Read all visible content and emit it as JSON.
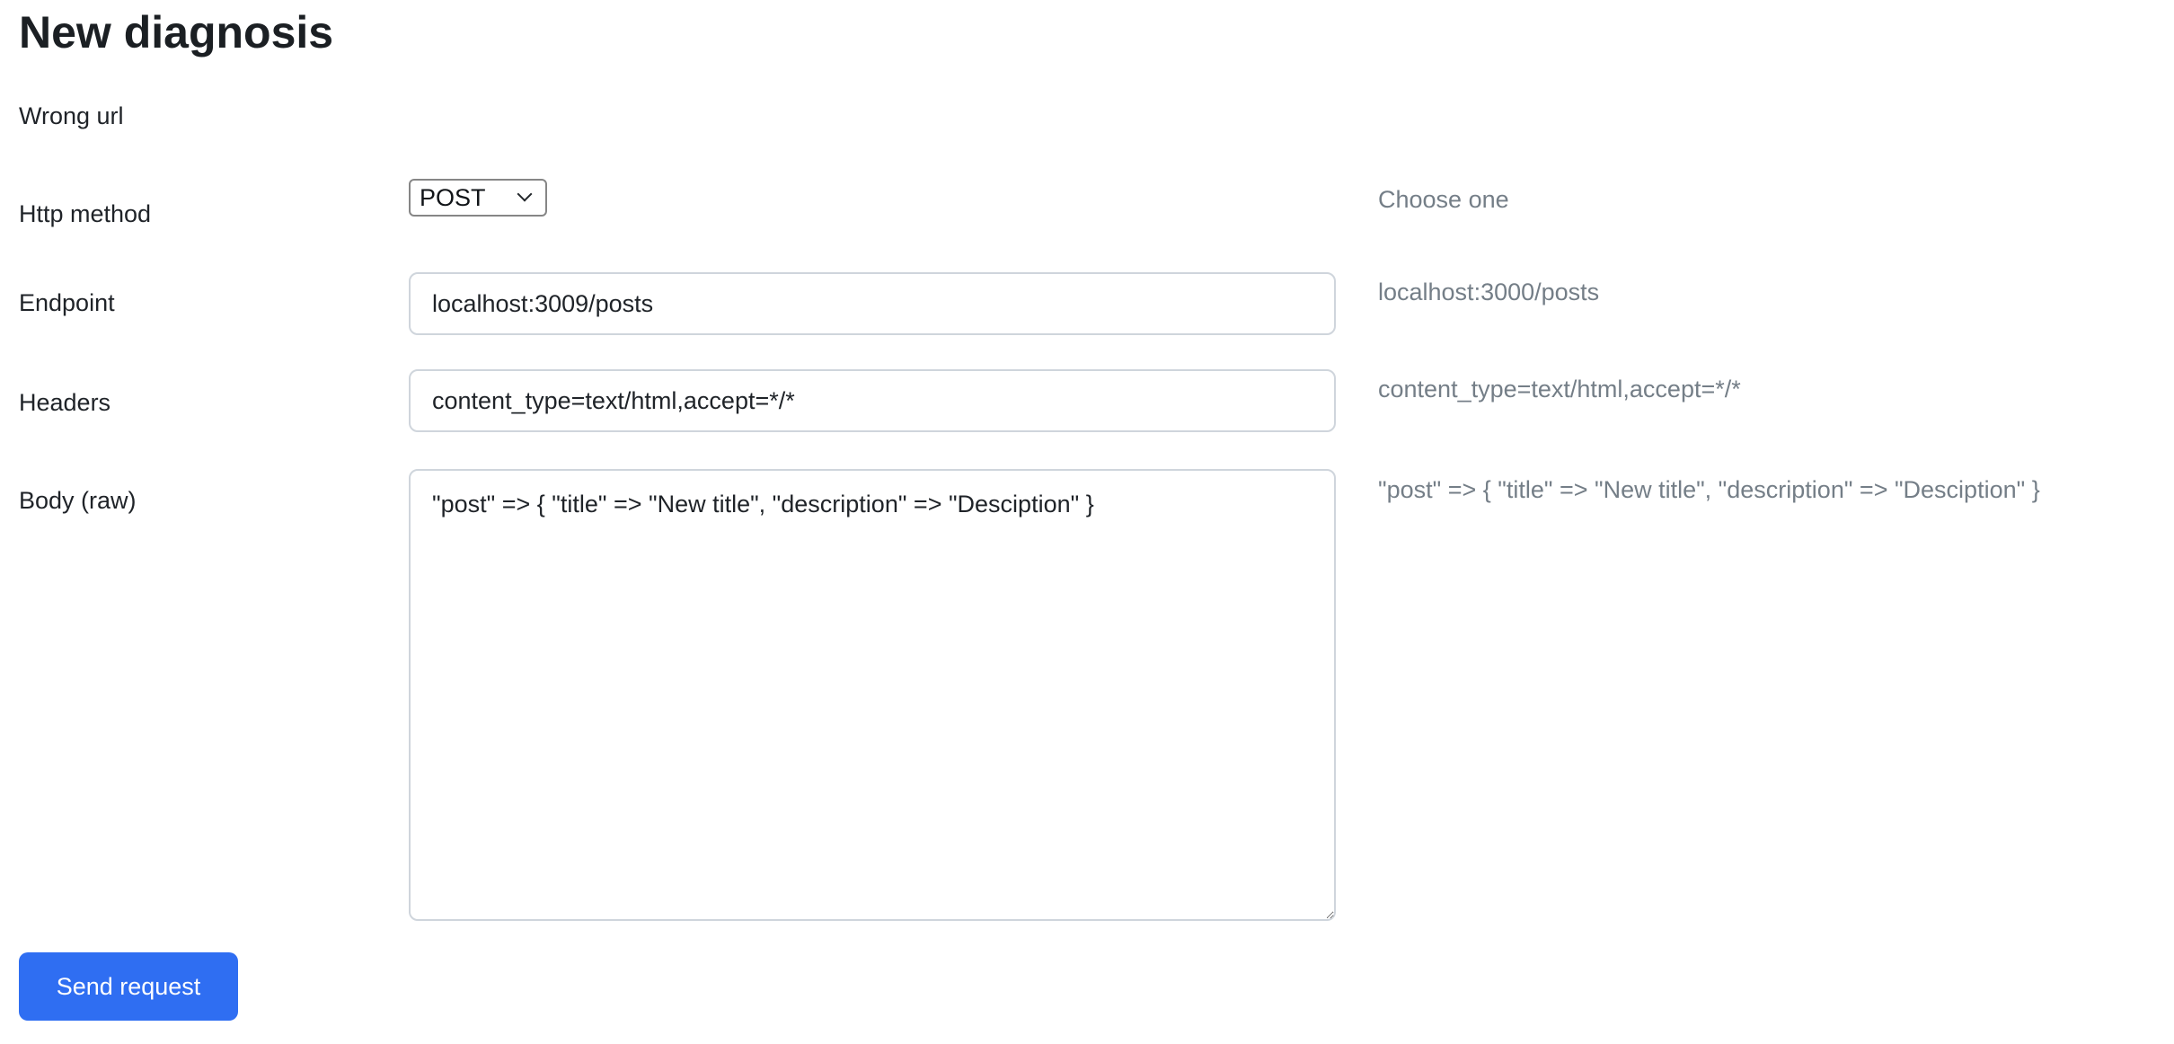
{
  "page": {
    "title": "New diagnosis",
    "notice": "Wrong url"
  },
  "form": {
    "http_method": {
      "label": "Http method",
      "value": "POST",
      "hint": "Choose one"
    },
    "endpoint": {
      "label": "Endpoint",
      "value": "localhost:3009/posts",
      "hint": "localhost:3000/posts"
    },
    "headers": {
      "label": "Headers",
      "value": "content_type=text/html,accept=*/*",
      "hint": "content_type=text/html,accept=*/*"
    },
    "body_raw": {
      "label": "Body (raw)",
      "value": "\"post\" => { \"title\" => \"New title\", \"description\" => \"Desciption\" }",
      "hint": "\"post\" => { \"title\" => \"New title\", \"description\" => \"Desciption\" }"
    },
    "submit_label": "Send request"
  },
  "colors": {
    "button_blue": "#2f6ef2",
    "hint_gray": "#747e87",
    "input_border": "#cfd5dc",
    "select_border": "#868686",
    "text_dark": "#1f2328"
  }
}
